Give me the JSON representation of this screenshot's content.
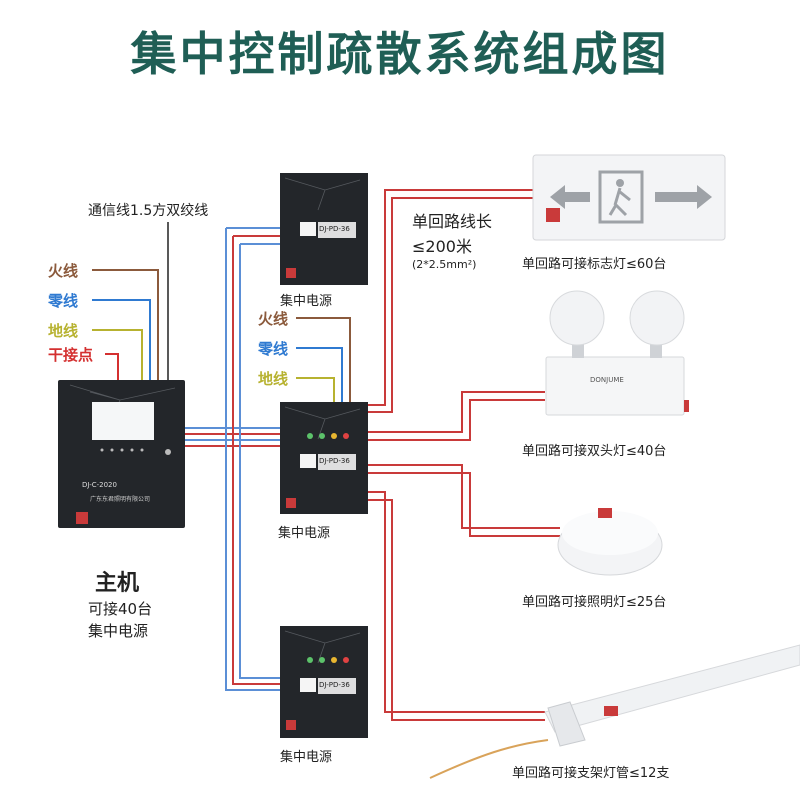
{
  "title": "集中控制疏散系统组成图",
  "host": {
    "name": "主机",
    "capacity_line1": "可接40台",
    "capacity_line2": "集中电源",
    "panel_label": "DJ-C-2020",
    "maker": "广东东君照明有限公司"
  },
  "host_inputs": {
    "live": "火线",
    "neutral": "零线",
    "ground": "地线",
    "dry_contact": "干接点"
  },
  "comm_line": "通信线1.5方双绞线",
  "psu_label": "集中电源",
  "psu_model": "DJ-PD-36",
  "psu_inputs": {
    "live": "火线",
    "neutral": "零线",
    "ground": "地线"
  },
  "circuit": {
    "line1": "单回路线长",
    "line2": "≤200米",
    "spec": "(2*2.5mm²)"
  },
  "lamps": {
    "sign": "单回路可接标志灯≤60台",
    "twin": "单回路可接双头灯≤40台",
    "light": "单回路可接照明灯≤25台",
    "tube": "单回路可接支架灯管≤12支"
  },
  "twin_brand": "DONJUME",
  "colors": {
    "title": "#1f5e55",
    "live": "#8b5a3c",
    "neutral": "#2f7ad1",
    "ground": "#b7b230",
    "dry": "#d43030",
    "wire_red": "#c93a3a",
    "wire_blue": "#5b8fd6",
    "device": "#23262a"
  }
}
